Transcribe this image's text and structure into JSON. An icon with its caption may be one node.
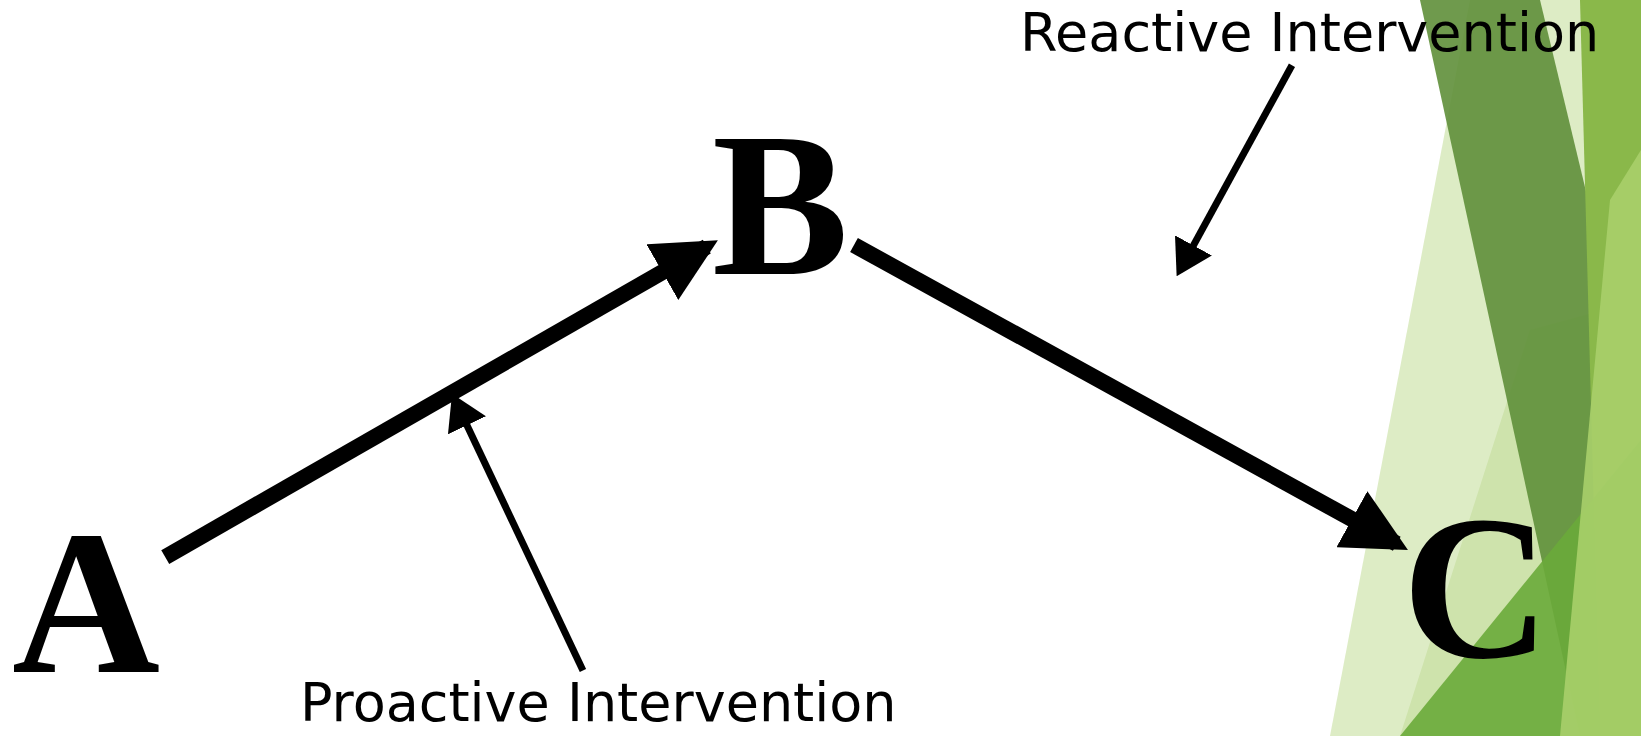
{
  "diagram": {
    "nodes": [
      {
        "text": [
          "A"
        ]
      },
      {
        "text": [
          "B"
        ]
      },
      {
        "text": [
          "C"
        ]
      },
      {
        "text": [
          "Proactive Intervention"
        ]
      },
      {
        "text": [
          "Reactive Intervention"
        ]
      }
    ],
    "edges": [
      {
        "from": 0,
        "to": 1,
        "arrow": "to",
        "style": "thick"
      },
      {
        "from": 1,
        "to": 2,
        "arrow": "to",
        "style": "thick"
      },
      {
        "from": 3,
        "to": null,
        "arrow": "to"
      },
      {
        "from": 4,
        "to": null,
        "arrow": "to"
      }
    ]
  }
}
